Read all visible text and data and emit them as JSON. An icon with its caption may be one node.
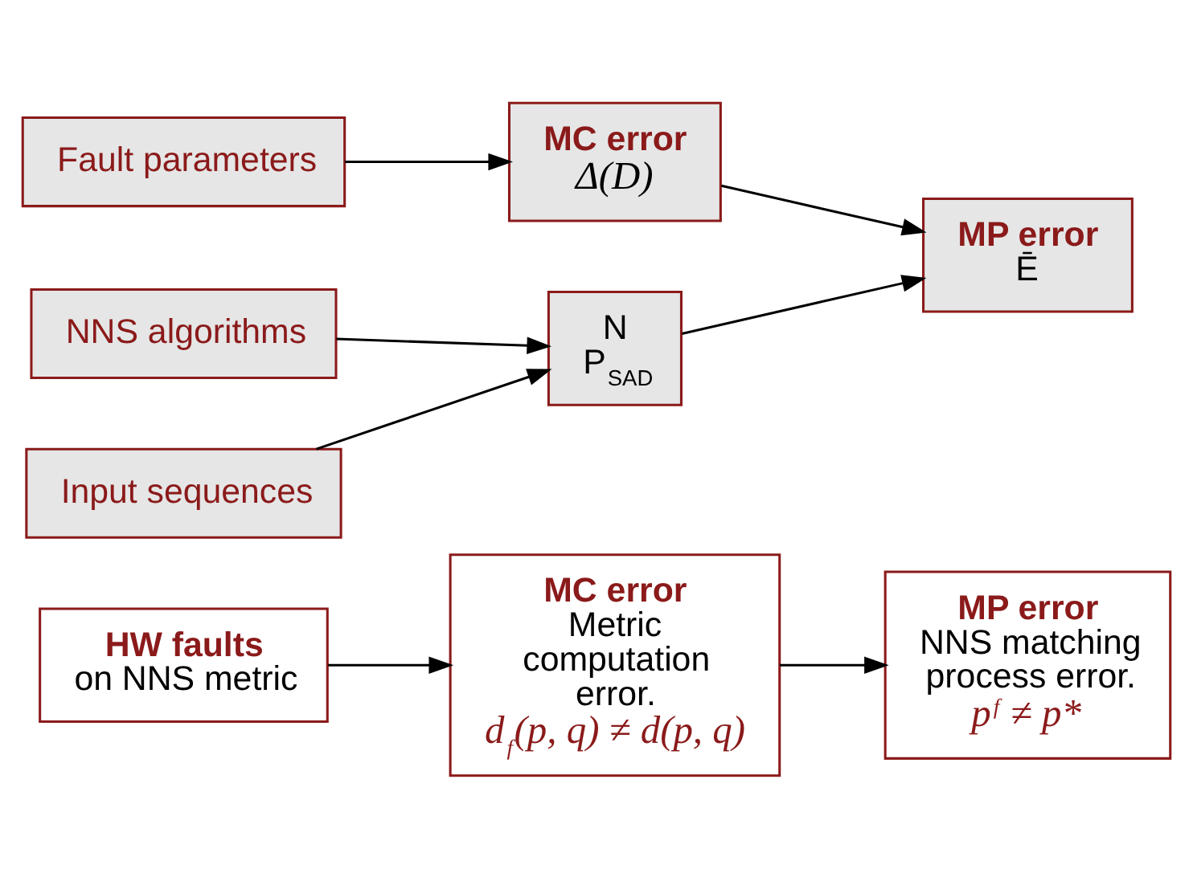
{
  "diagram": {
    "nodes": [
      {
        "text": [
          "HW faults",
          "on NNS metric"
        ]
      },
      {
        "text": [
          "MC error",
          "Metric computation error.",
          "d$_{f}$(p, q) ≠ d(p, q)"
        ]
      },
      {
        "text": [
          "MP error",
          "NNS matching process error.",
          "p$^{f}$ ≠ p*"
        ]
      },
      {
        "text": [
          "Fault parameters"
        ]
      },
      {
        "text": [
          "MC error",
          "Δ(D)"
        ]
      },
      {
        "text": [
          "NNS algorithms"
        ]
      },
      {
        "text": [
          "N",
          "P$_{SAD}$"
        ]
      },
      {
        "text": [
          "MP error",
          "Ē"
        ]
      },
      {
        "text": [
          "Input sequences"
        ]
      }
    ],
    "edges": [
      {
        "from": 0,
        "to": 1,
        "arrow": "to"
      },
      {
        "from": 1,
        "to": 2,
        "arrow": "to"
      },
      {
        "from": 3,
        "to": 4,
        "arrow": "to"
      },
      {
        "from": 4,
        "to": 7,
        "arrow": "to"
      },
      {
        "from": 5,
        "to": 6,
        "arrow": "to"
      },
      {
        "from": 8,
        "to": 6,
        "arrow": "to"
      },
      {
        "from": 6,
        "to": 7,
        "arrow": "to"
      }
    ]
  }
}
